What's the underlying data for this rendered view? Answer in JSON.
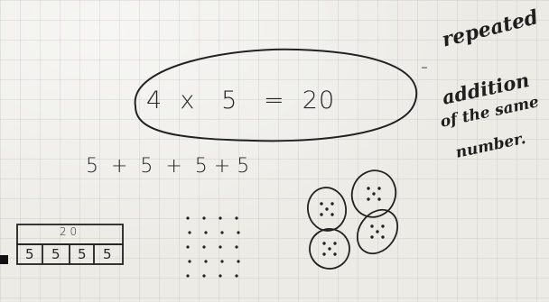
{
  "equation": "4  x   5   =  20",
  "repeated_addition": "5  +  5  +  5 + 5",
  "note": {
    "dash": "-",
    "line1": "repeated",
    "line2": "addition",
    "line3": "of the same",
    "line4": "number."
  },
  "bar_model": {
    "total": "2 0",
    "parts": [
      "5",
      "5",
      "5",
      "5"
    ]
  },
  "array": {
    "rows": 5,
    "cols": 4
  },
  "groups": {
    "count": 4,
    "dots_per_group": 5
  },
  "colors": {
    "ink": "#262626",
    "board": "#ecebe6"
  }
}
